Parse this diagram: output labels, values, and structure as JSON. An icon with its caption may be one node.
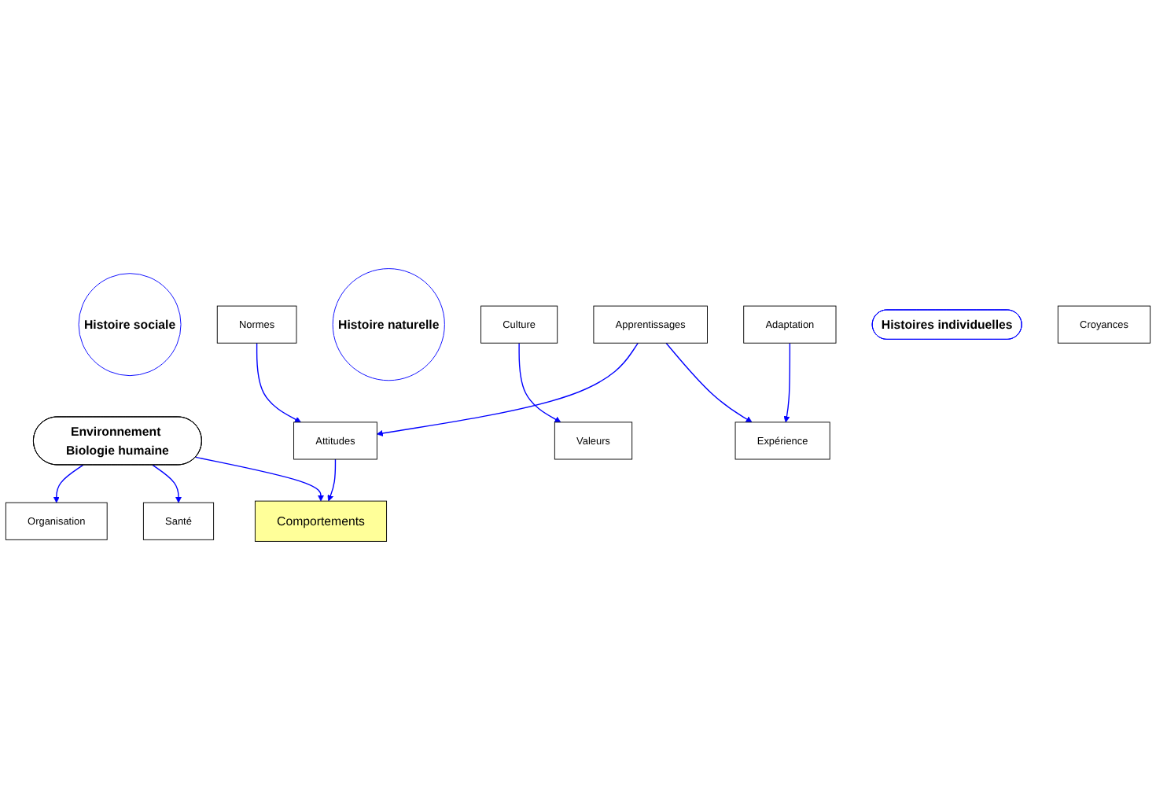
{
  "diagram": {
    "nodes": [
      {
        "text": [
          "Environnement Biologie humaine"
        ]
      },
      {
        "text": [
          "Organisation"
        ]
      },
      {
        "text": [
          "Santé"
        ]
      },
      {
        "text": [
          "Histoire sociale"
        ]
      },
      {
        "text": [
          "Culture"
        ]
      },
      {
        "text": [
          "Comportements"
        ]
      },
      {
        "text": [
          "Histoire naturelle"
        ]
      },
      {
        "text": [
          "Adaptation"
        ]
      },
      {
        "text": [
          "Normes"
        ]
      },
      {
        "text": [
          "Apprentissages"
        ]
      },
      {
        "text": [
          "Attitudes"
        ]
      },
      {
        "text": [
          "Histoires individuelles"
        ]
      },
      {
        "text": [
          "Valeurs"
        ]
      },
      {
        "text": [
          "Expérience"
        ]
      },
      {
        "text": [
          "Croyances"
        ]
      }
    ],
    "edges": [
      {
        "from": 0,
        "to": 1,
        "arrow": "to"
      },
      {
        "from": 0,
        "to": 2,
        "arrow": "to"
      },
      {
        "from": 0,
        "to": 5,
        "arrow": "to"
      },
      {
        "from": 10,
        "to": 5,
        "arrow": "to"
      },
      {
        "from": 8,
        "to": 10,
        "arrow": "to"
      },
      {
        "from": 9,
        "to": 10,
        "arrow": "to"
      },
      {
        "from": 9,
        "to": 13,
        "arrow": "to"
      },
      {
        "from": 4,
        "to": 12,
        "arrow": "to"
      },
      {
        "from": 7,
        "to": 13,
        "arrow": "to"
      }
    ]
  }
}
